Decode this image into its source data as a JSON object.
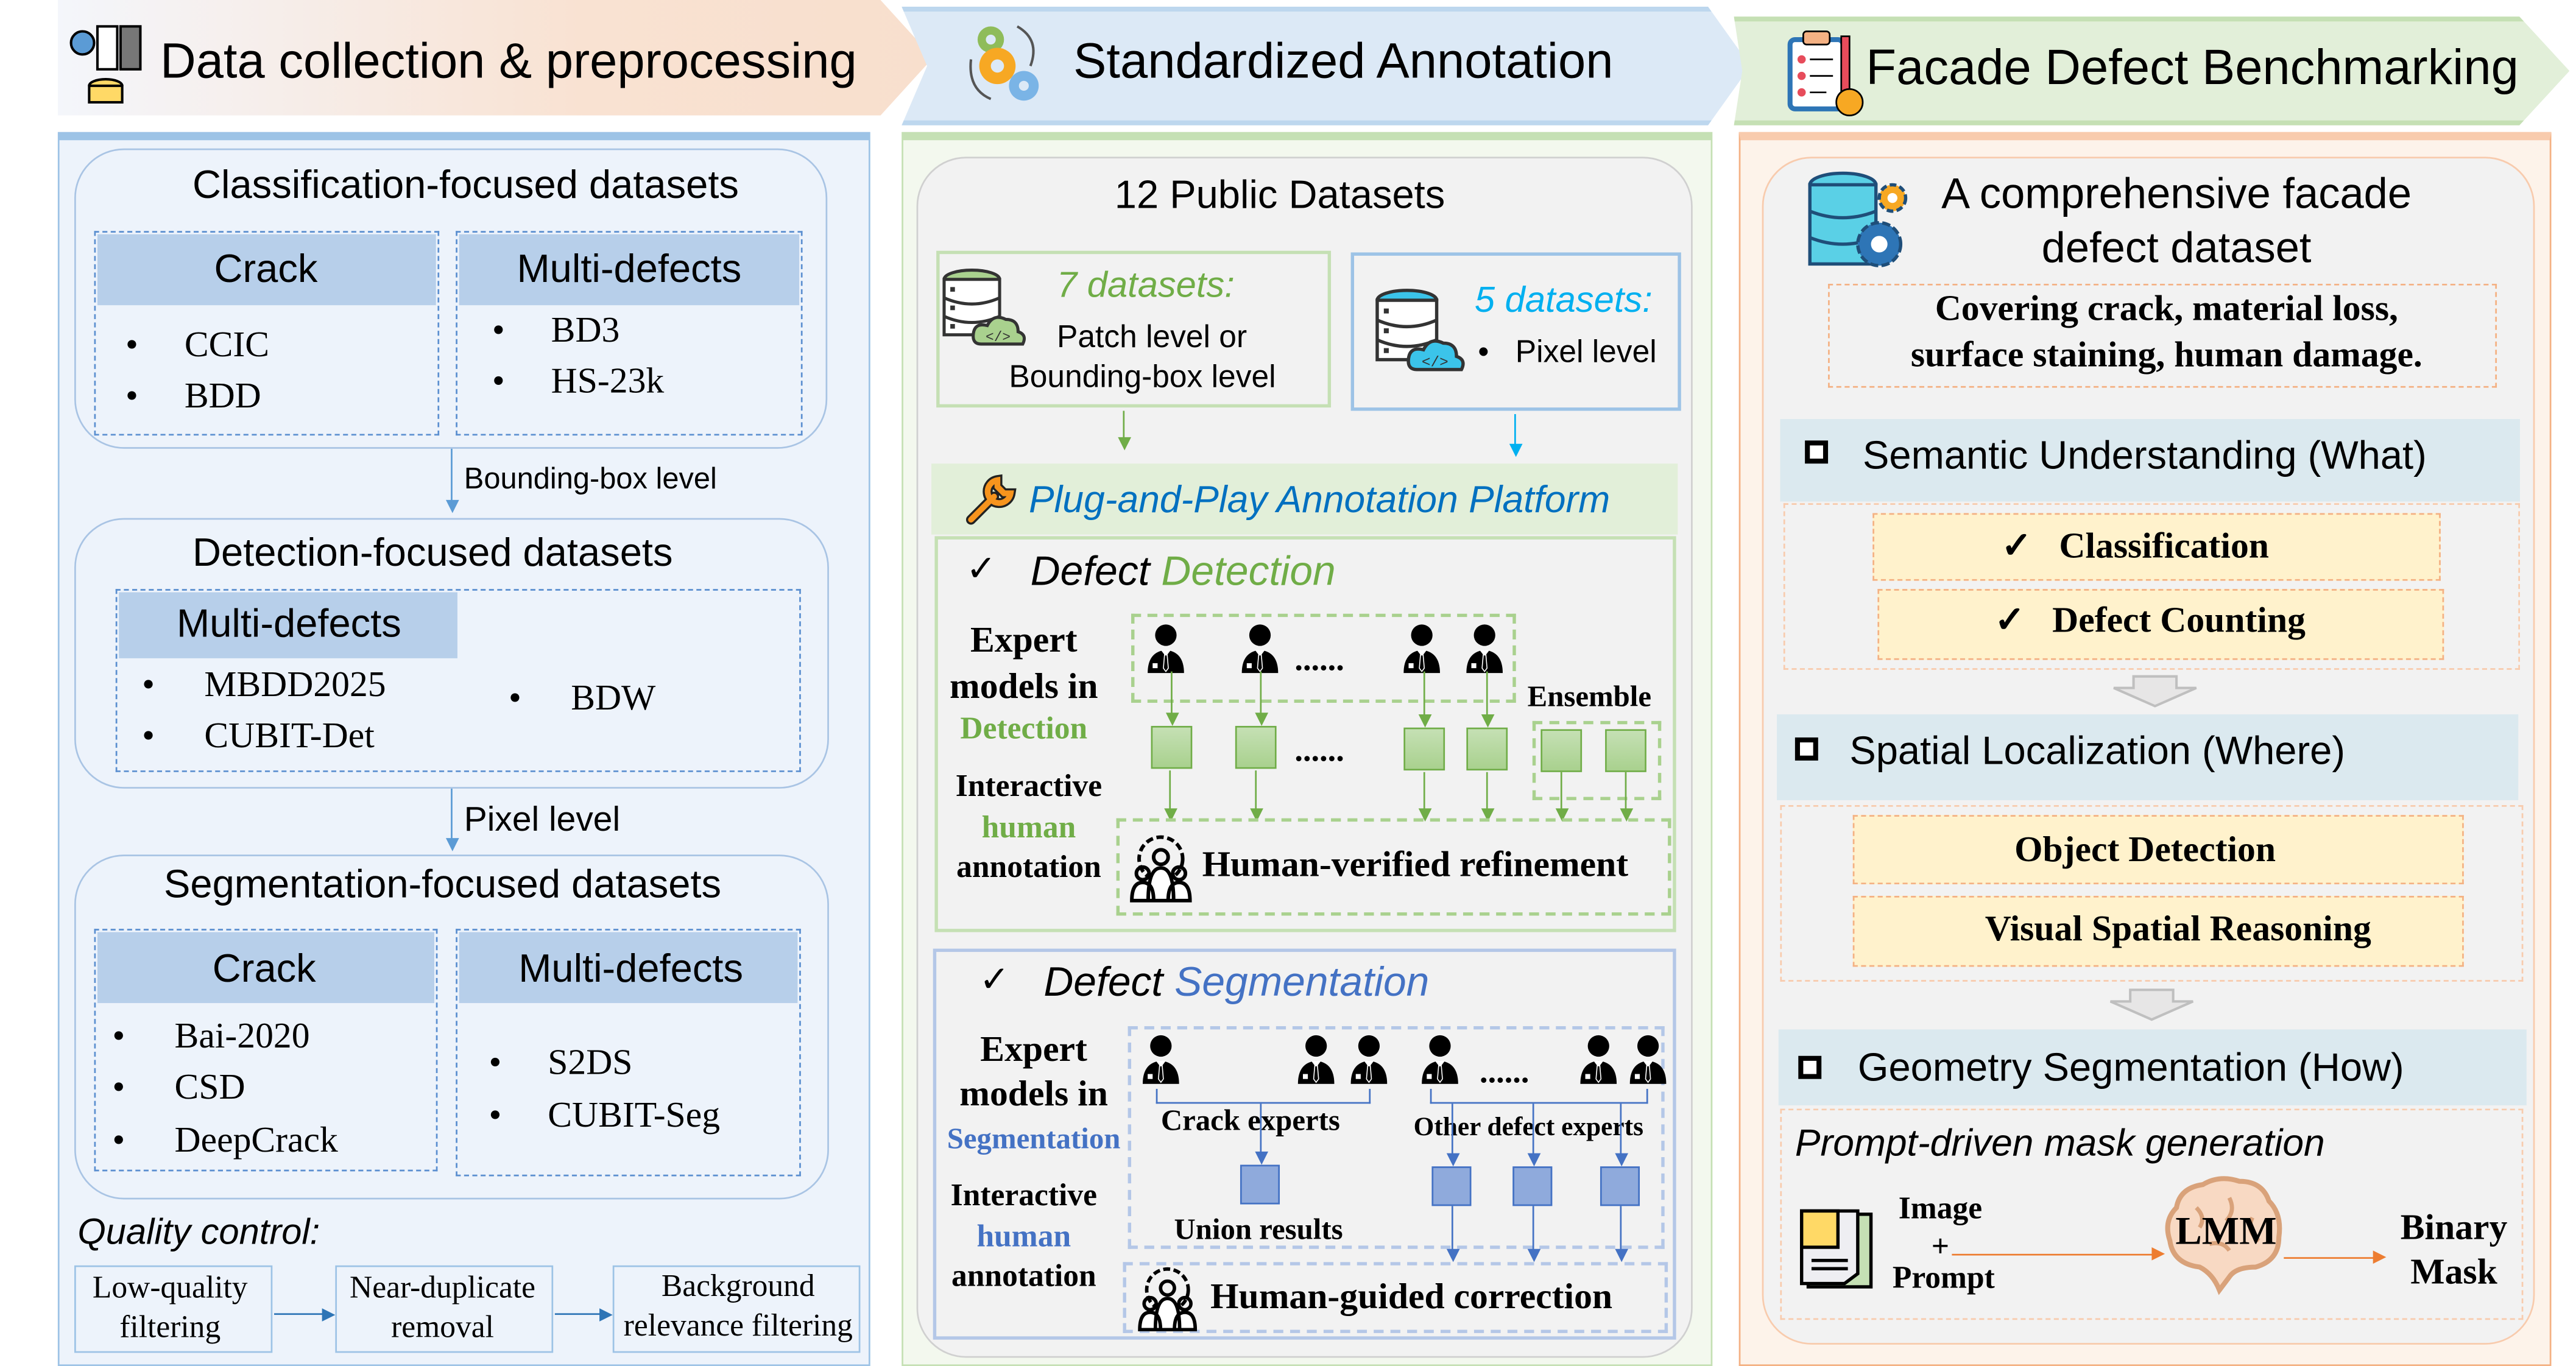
{
  "headers": [
    {
      "title": "Data collection & preprocessing",
      "icon": "database-network-icon"
    },
    {
      "title": "Standardized Annotation",
      "icon": "gears-icon"
    },
    {
      "title": "Facade Defect Benchmarking",
      "icon": "clipboard-checklist-icon"
    }
  ],
  "collection": {
    "classification": {
      "title": "Classification-focused datasets",
      "crack": {
        "label": "Crack",
        "items": [
          "CCIC",
          "BDD"
        ]
      },
      "multi": {
        "label": "Multi-defects",
        "items": [
          "BD3",
          "HS-23k"
        ]
      }
    },
    "arrow1_label": "Bounding-box level",
    "detection": {
      "title": "Detection-focused datasets",
      "multi": {
        "label": "Multi-defects",
        "items": [
          "MBDD2025",
          "CUBIT-Det",
          "BDW"
        ]
      }
    },
    "arrow2_label": "Pixel level",
    "segmentation": {
      "title": "Segmentation-focused datasets",
      "crack": {
        "label": "Crack",
        "items": [
          "Bai-2020",
          "CSD",
          "DeepCrack"
        ]
      },
      "multi": {
        "label": "Multi-defects",
        "items": [
          "S2DS",
          "CUBIT-Seg"
        ]
      }
    },
    "quality": {
      "title": "Quality control:",
      "steps": [
        {
          "l1": "Low-quality",
          "l2": "filtering"
        },
        {
          "l1": "Near-duplicate",
          "l2": "removal"
        },
        {
          "l1": "Background",
          "l2": "relevance filtering"
        }
      ]
    }
  },
  "annotation": {
    "title": "12 Public Datasets",
    "green_group": {
      "count": "7 datasets:",
      "l1": "Patch level or",
      "l2": "Bounding-box level"
    },
    "blue_group": {
      "count": "5 datasets:",
      "bullet": "Pixel level"
    },
    "platform": "Plug-and-Play Annotation Platform",
    "detection": {
      "check": "✓",
      "title_a": "Defect",
      "title_b": "Detection",
      "left": [
        "Expert",
        "models in",
        "Detection",
        "Interactive",
        "human",
        "annotation"
      ],
      "dots": "......",
      "ensemble": "Ensemble",
      "refine": "Human-verified refinement"
    },
    "segmentation": {
      "check": "✓",
      "title_a": "Defect",
      "title_b": "Segmentation",
      "left": [
        "Expert",
        "models in",
        "Segmentation",
        "Interactive",
        "human",
        "annotation"
      ],
      "dots": "......",
      "crack_experts": "Crack experts",
      "other_experts": "Other defect experts",
      "union": "Union results",
      "correct": "Human-guided correction"
    },
    "colors": {
      "green": "#70ad47",
      "blue": "#4472c4",
      "cyan": "#00b0f0",
      "platform": "#0070c0"
    }
  },
  "benchmark": {
    "title_l1": "A comprehensive facade",
    "title_l2": "defect dataset",
    "cover_l1": "Covering crack, material loss,",
    "cover_l2": "surface staining, human damage.",
    "semantic": {
      "title": "Semantic Understanding (What)",
      "items": [
        "✓   Classification",
        "✓   Defect Counting"
      ]
    },
    "spatial": {
      "title": "Spatial Localization (Where)",
      "items": [
        "Object Detection",
        "Visual Spatial Reasoning"
      ]
    },
    "geometry": {
      "title": "Geometry Segmentation (How)",
      "subtitle": "Prompt-driven mask generation",
      "input_l1": "Image",
      "input_plus": "+",
      "input_l2": "Prompt",
      "model": "LMM",
      "out_l1": "Binary",
      "out_l2": "Mask"
    }
  }
}
